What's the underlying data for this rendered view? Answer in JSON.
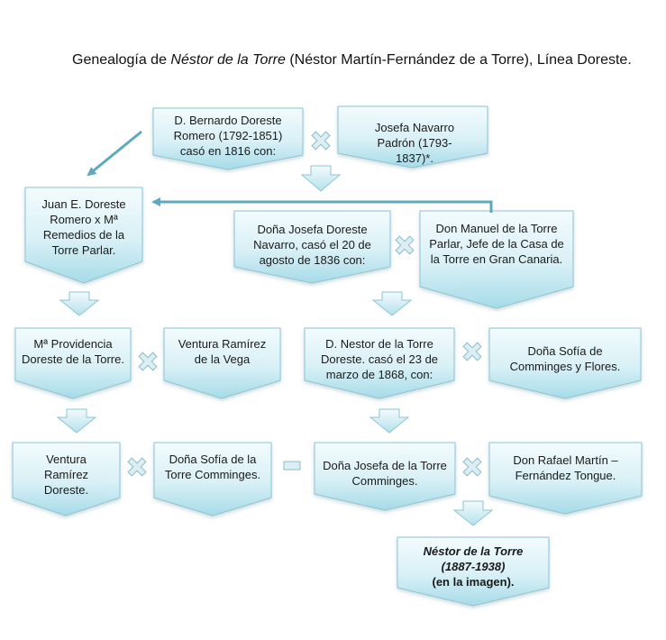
{
  "title": {
    "prefix": "Genealogía de ",
    "name_italic": "Néstor de la Torre",
    "suffix": " (Néstor Martín-Fernández de a Torre), Línea Doreste."
  },
  "boxes": {
    "bernardo": "D. Bernardo Doreste Romero (1792-1851) casó en 1816 con:",
    "josefa_navarro": "Josefa Navarro Padrón (1793-1837)*.",
    "juan": "Juan E. Doreste Romero x Mª Remedios de la Torre Parlar.",
    "josefa_doreste": "Doña Josefa Doreste Navarro, casó el 20 de agosto de 1836 con:",
    "manuel": "Don Manuel de la Torre Parlar, Jefe de la Casa de la Torre en Gran Canaria.",
    "providencia": "Mª Providencia Doreste de la Torre.",
    "ventura1": "Ventura Ramírez de la Vega",
    "nestor_sr": "D. Nestor de la Torre Doreste. casó el 23 de marzo de 1868, con:",
    "sofia_comminges": "Doña Sofía de Comminges y Flores.",
    "ventura2": "Ventura Ramírez Doreste.",
    "sofia_torre": "Doña Sofía de la Torre Comminges.",
    "josefa_torre": "Doña Josefa de la Torre Comminges.",
    "rafael": "Don Rafael Martín – Fernández Tongue.",
    "nestor_final_name": "Néstor de la Torre",
    "nestor_final_dates": "(1887-1938)",
    "nestor_final_note": "(en la imagen)."
  },
  "colors": {
    "box_top": "#f2fbfd",
    "box_bottom": "#a9dde9",
    "box_stroke": "#8cc5d3",
    "arrow_line": "#5fa9c0",
    "cross_fill": "#dbeef3",
    "cross_stroke": "#8bbccb"
  }
}
